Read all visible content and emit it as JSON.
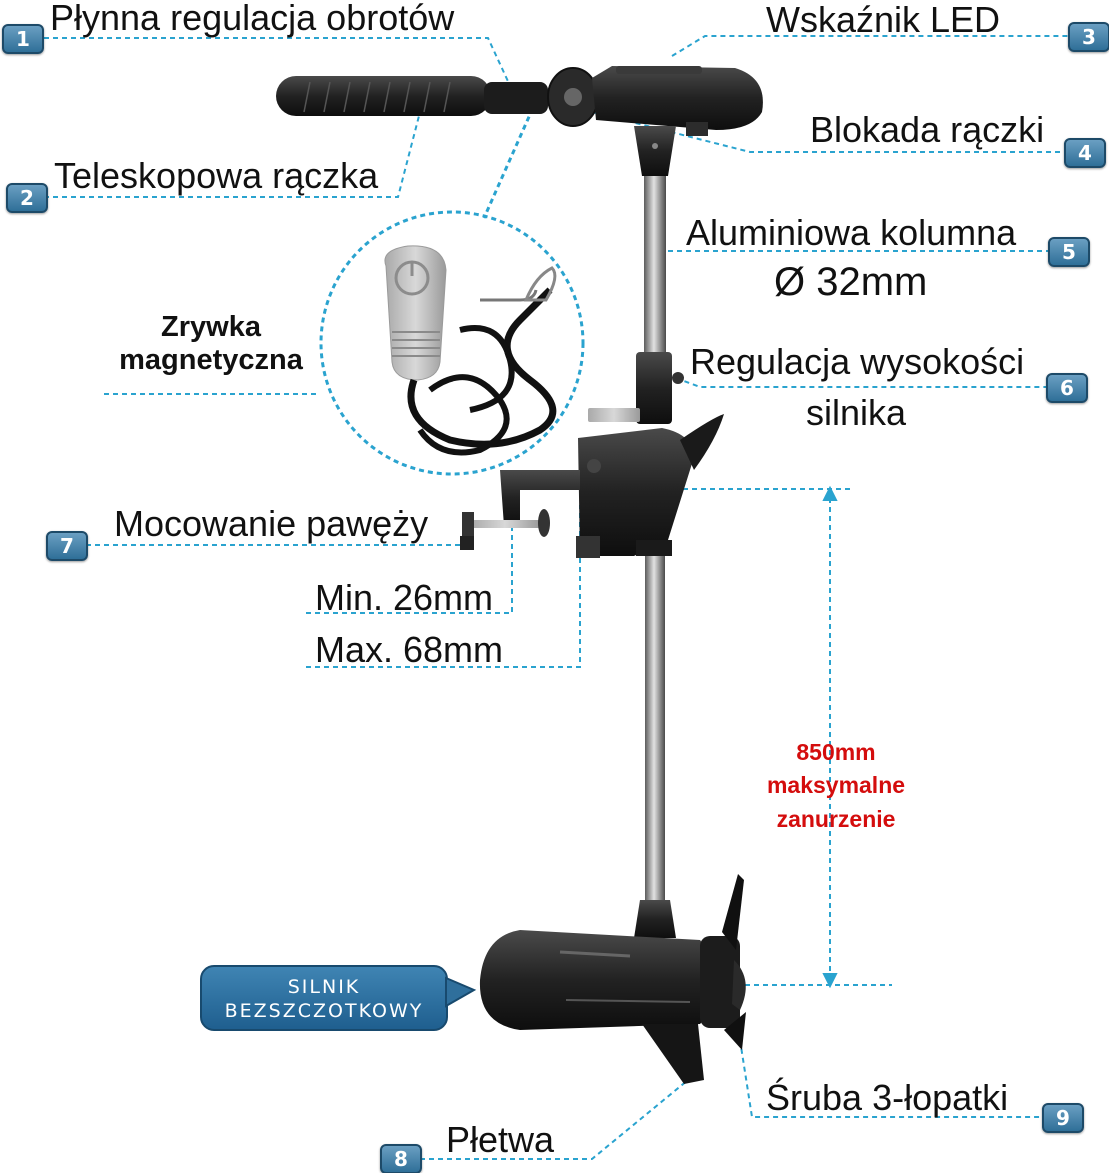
{
  "labels": {
    "l1": "Płynna regulacja obrotów",
    "l2": "Teleskopowa rączka",
    "l3": "Wskaźnik LED",
    "l4": "Blokada rączki",
    "l5": "Aluminiowa kolumna",
    "l5b": "Ø 32mm",
    "l6": "Regulacja wysokości",
    "l6b": "silnika",
    "l7": "Mocowanie pawęży",
    "l7min": "Min. 26mm",
    "l7max": "Max. 68mm",
    "l8": "Płetwa",
    "l9": "Śruba 3-łopatki",
    "kill1": "Zrywka",
    "kill2": "magnetyczna",
    "depth1": "850mm",
    "depth2": "maksymalne",
    "depth3": "zanurzenie",
    "motor1": "SILNIK",
    "motor2": "BEZSZCZOTKOWY"
  },
  "badges": [
    "1",
    "2",
    "3",
    "4",
    "5",
    "6",
    "7",
    "8",
    "9"
  ],
  "colors": {
    "leader_line": "#2aa3cf",
    "badge": "#3d7ca6",
    "bubble": "#2f6f9c",
    "depth_text": "#d40d0d",
    "motor_body": "#1e1e1e",
    "shaft": "#9a9a9a"
  }
}
